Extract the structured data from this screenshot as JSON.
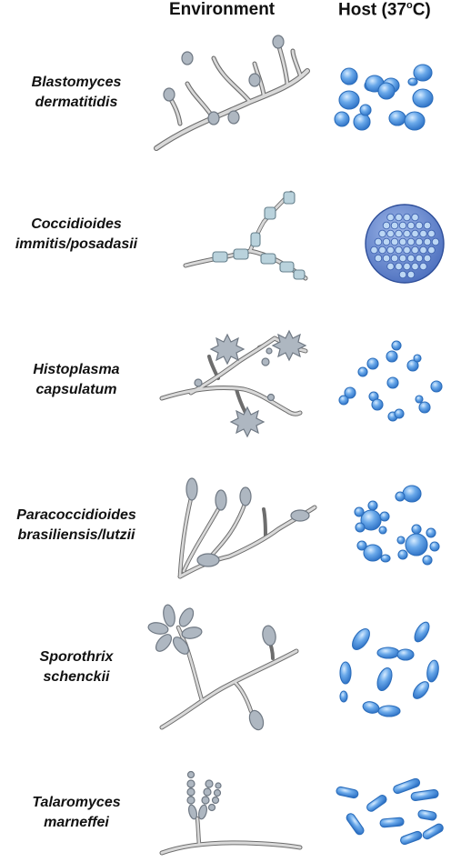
{
  "headers": {
    "environment": "Environment",
    "host_prefix": "Host (37",
    "host_degree": "o",
    "host_suffix": "C)"
  },
  "organisms": [
    {
      "line1": "Blastomyces",
      "line2": "dermatitidis"
    },
    {
      "line1": "Coccidioides",
      "line2": "immitis/posadasii"
    },
    {
      "line1": "Histoplasma",
      "line2": "capsulatum"
    },
    {
      "line1": "Paracoccidioides",
      "line2": "brasiliensis/lutzii"
    },
    {
      "line1": "Sporothrix",
      "line2": "schenckii"
    },
    {
      "line1": "Talaromyces",
      "line2": "marneffei"
    }
  ],
  "colors": {
    "hypha_outline": "#6d6d6d",
    "hypha_fill": "#d9d9d9",
    "conidia": "#aeb7c1",
    "host_yeast": "#4b93e0",
    "host_yeast_outline": "#2b6dbb",
    "spherule": "#5a7ec8"
  }
}
